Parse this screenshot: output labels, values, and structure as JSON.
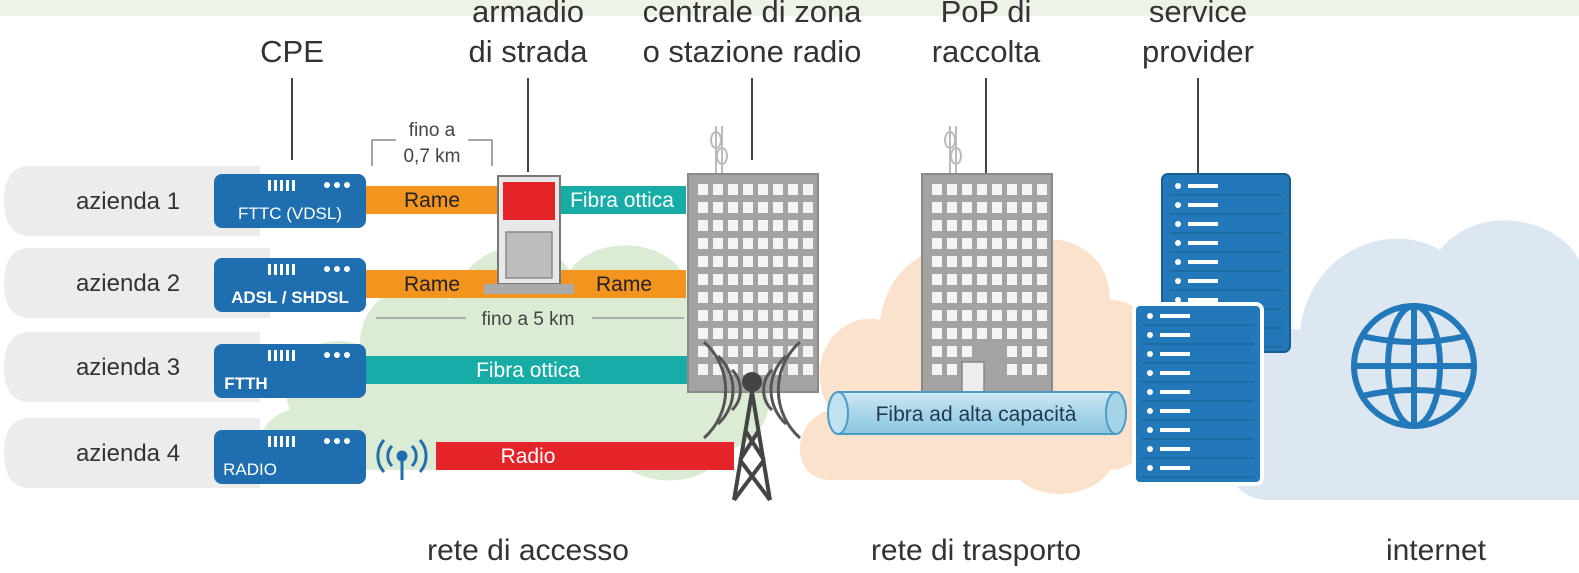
{
  "columns": [
    {
      "line1": "",
      "line2": "CPE"
    },
    {
      "line1": "armadio",
      "line2": "di strada"
    },
    {
      "line1": "centrale di zona",
      "line2": "o stazione radio"
    },
    {
      "line1": "PoP di",
      "line2": "raccolta"
    },
    {
      "line1": "service",
      "line2": "provider"
    }
  ],
  "companies": [
    "azienda 1",
    "azienda 2",
    "azienda 3",
    "azienda 4"
  ],
  "cpe_devices": [
    "FTTC (VDSL)",
    "ADSL / SHDSL",
    "FTTH",
    "RADIO"
  ],
  "links": {
    "rame": "Rame",
    "fibra_ottica": "Fibra ottica",
    "radio": "Radio",
    "backbone": "Fibra ad alta capacità"
  },
  "distances": {
    "short_line1": "fino a",
    "short_line2": "0,7 km",
    "long": "fino a 5 km"
  },
  "zones": {
    "access": "rete di accesso",
    "transport": "rete di trasporto",
    "internet": "internet"
  },
  "colors": {
    "cpe_blue": "#1f6fb0",
    "copper_orange": "#f3941f",
    "fiber_teal": "#17ada6",
    "radio_red": "#e42429",
    "access_green": "#dcecd4",
    "transport_peach": "#fbe2cc",
    "internet_blue": "#dde7f2",
    "building_gray": "#a3a3a3",
    "server_blue": "#2278b8"
  }
}
